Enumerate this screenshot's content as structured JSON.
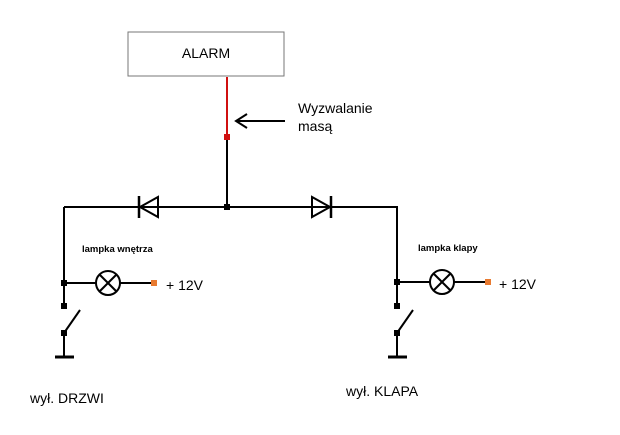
{
  "diagram": {
    "alarm_label": "ALARM",
    "trigger_label_line1": "Wyzwalanie",
    "trigger_label_line2": "masą",
    "left_lamp_label": "lampka wnętrza",
    "right_lamp_label": "lampka klapy",
    "left_supply_label": "+ 12V",
    "right_supply_label": "+ 12V",
    "left_switch_label": "wył. DRZWI",
    "right_switch_label": "wył. KLAPA"
  },
  "colors": {
    "wire": "#000000",
    "alarm_wire": "#d01010",
    "terminal": "#e87a30"
  }
}
